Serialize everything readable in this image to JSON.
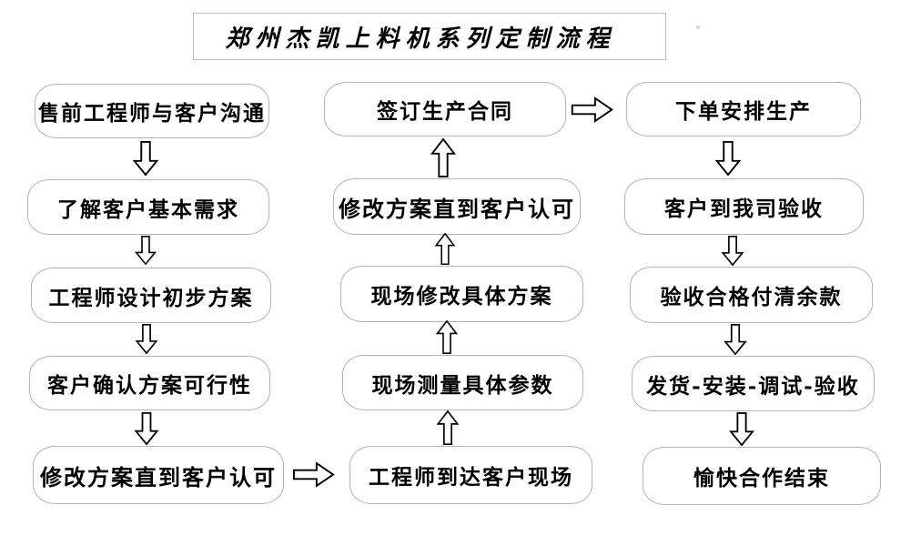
{
  "page": {
    "background_color": "#ffffff",
    "node_border_color": "#b3b3b3",
    "arrow_outline_color": "#000000",
    "text_color": "#000000"
  },
  "title": {
    "text": "郑州杰凯上料机系列定制流程"
  },
  "flow": {
    "left_column": {
      "direction": "down",
      "steps": [
        "售前工程师与客户沟通",
        "了解客户基本需求",
        "工程师设计初步方案",
        "客户确认方案可行性",
        "修改方案直到客户认可"
      ]
    },
    "middle_column": {
      "direction": "up",
      "steps": [
        "签订生产合同",
        "修改方案直到客户认可",
        "现场修改具体方案",
        "现场测量具体参数",
        "工程师到达客户现场"
      ]
    },
    "right_column": {
      "direction": "down",
      "steps": [
        "下单安排生产",
        "客户到我司验收",
        "验收合格付清余款",
        "发货-安装-调试-验收",
        "愉快合作结束"
      ]
    },
    "cross_links": [
      {
        "from": "修改方案直到客户认可",
        "to": "工程师到达客户现场",
        "direction": "right"
      },
      {
        "from": "签订生产合同",
        "to": "下单安排生产",
        "direction": "right"
      }
    ]
  }
}
